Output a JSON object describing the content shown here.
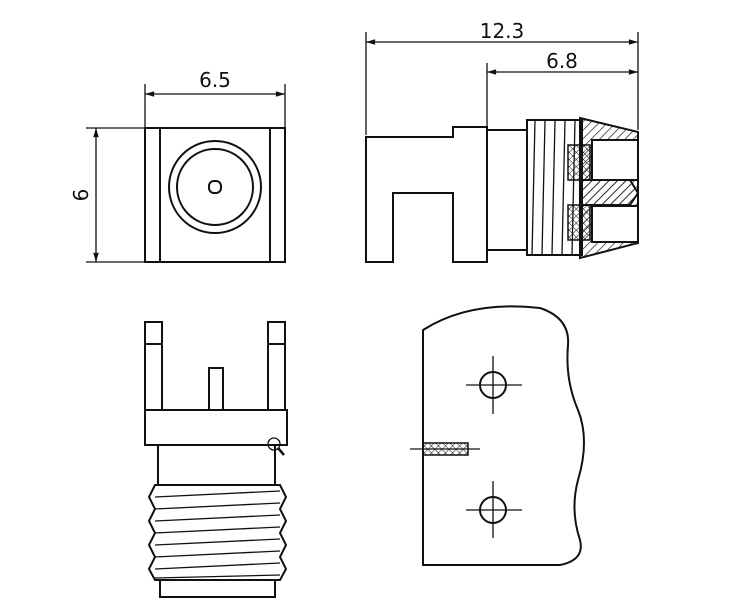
{
  "dimensions": {
    "front_width": "6.5",
    "front_height": "6",
    "overall_length": "12.3",
    "thread_length": "6.8"
  },
  "colors": {
    "line": "#111111",
    "background": "#ffffff"
  }
}
